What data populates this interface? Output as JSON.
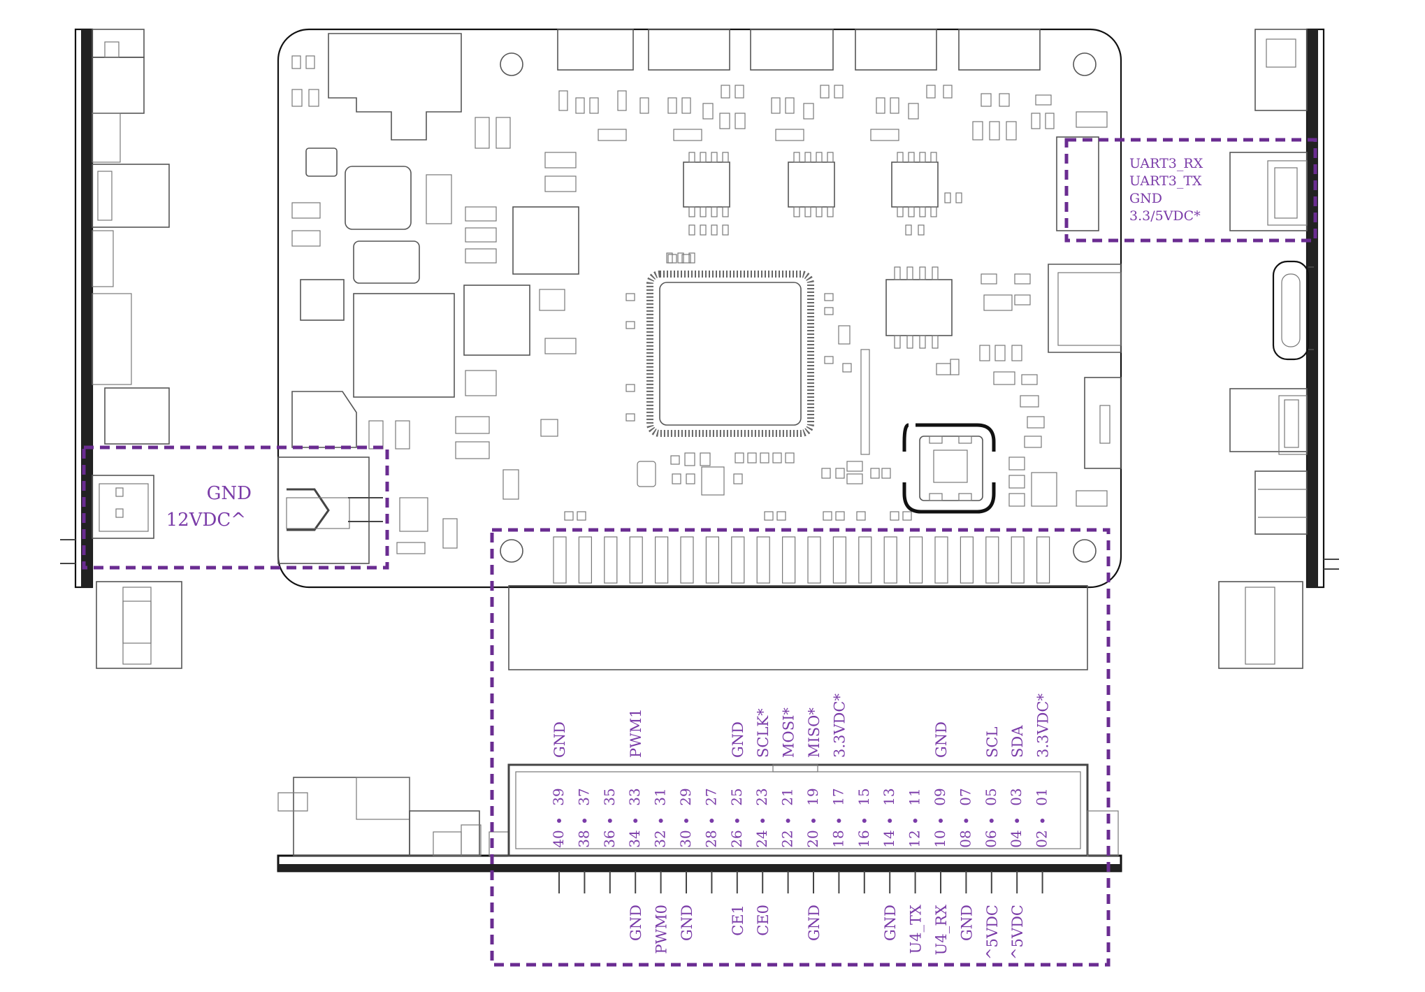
{
  "colors": {
    "label": "#7a3ba8",
    "highlight": "#6a2c91",
    "outline": "#555555"
  },
  "power_connector": {
    "labels": [
      "GND",
      "12VDC^"
    ]
  },
  "uart_connector": {
    "labels": [
      "UART3_RX",
      "UART3_TX",
      "GND",
      "3.3/5VDC*"
    ]
  },
  "gpio_header": {
    "top_signals": [
      "GND",
      "",
      "",
      "PWM1",
      "",
      "",
      "",
      "GND",
      "SCLK*",
      "MOSI*",
      "MISO*",
      "3.3VDC*",
      "",
      "",
      "",
      "GND",
      "",
      "SCL",
      "SDA",
      "3.3VDC*"
    ],
    "bottom_signals": [
      "",
      "",
      "",
      "GND",
      "PWM0",
      "GND",
      "",
      "CE1",
      "CE0",
      "",
      "GND",
      "",
      "",
      "GND",
      "U4_TX",
      "U4_RX",
      "GND",
      "^5VDC",
      "^5VDC",
      ""
    ],
    "odd_pins": [
      "39",
      "37",
      "35",
      "33",
      "31",
      "29",
      "27",
      "25",
      "23",
      "21",
      "19",
      "17",
      "15",
      "13",
      "11",
      "09",
      "07",
      "05",
      "03",
      "01"
    ],
    "even_pins": [
      "40",
      "38",
      "36",
      "34",
      "32",
      "30",
      "28",
      "26",
      "24",
      "22",
      "20",
      "18",
      "16",
      "14",
      "12",
      "10",
      "08",
      "06",
      "04",
      "02"
    ]
  }
}
